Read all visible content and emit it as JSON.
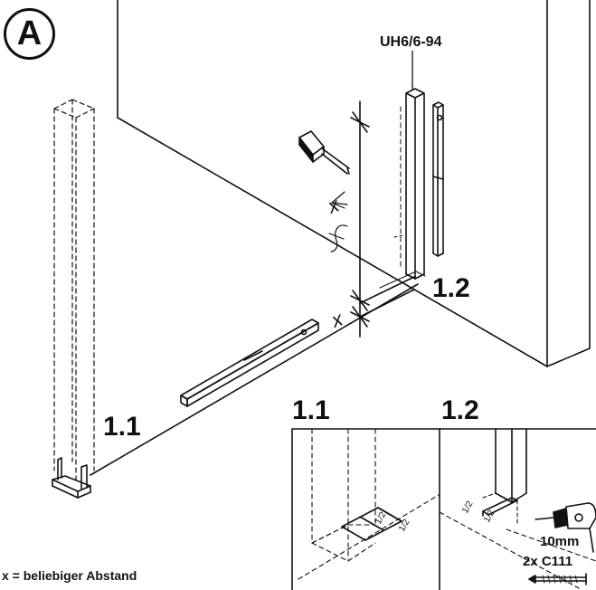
{
  "section_letter": "A",
  "part_code": "UH6/6-94",
  "steps": {
    "main_1_1": "1.1",
    "main_1_2": "1.2",
    "detail_1_1": "1.1",
    "detail_1_2": "1.2"
  },
  "drill_size": "10mm",
  "screw_callout": "2x C111",
  "dimension_marks": {
    "x": "x",
    "half": "1/2"
  },
  "note": "x = beliebiger Abstand"
}
